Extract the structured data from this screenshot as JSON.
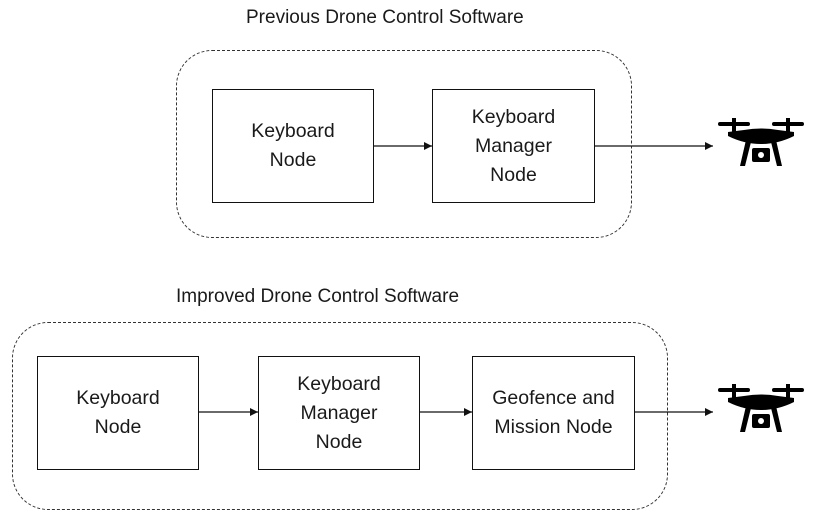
{
  "diagrams": [
    {
      "title": "Previous Drone Control Software",
      "nodes": [
        {
          "label": "Keyboard\nNode"
        },
        {
          "label": "Keyboard\nManager\nNode"
        }
      ],
      "target": "drone-icon"
    },
    {
      "title": "Improved Drone Control Software",
      "nodes": [
        {
          "label": "Keyboard\nNode"
        },
        {
          "label": "Keyboard\nManager\nNode"
        },
        {
          "label": "Geofence and\nMission Node"
        }
      ],
      "target": "drone-icon"
    }
  ],
  "colors": {
    "line": "#111111",
    "drone": "#000000"
  }
}
